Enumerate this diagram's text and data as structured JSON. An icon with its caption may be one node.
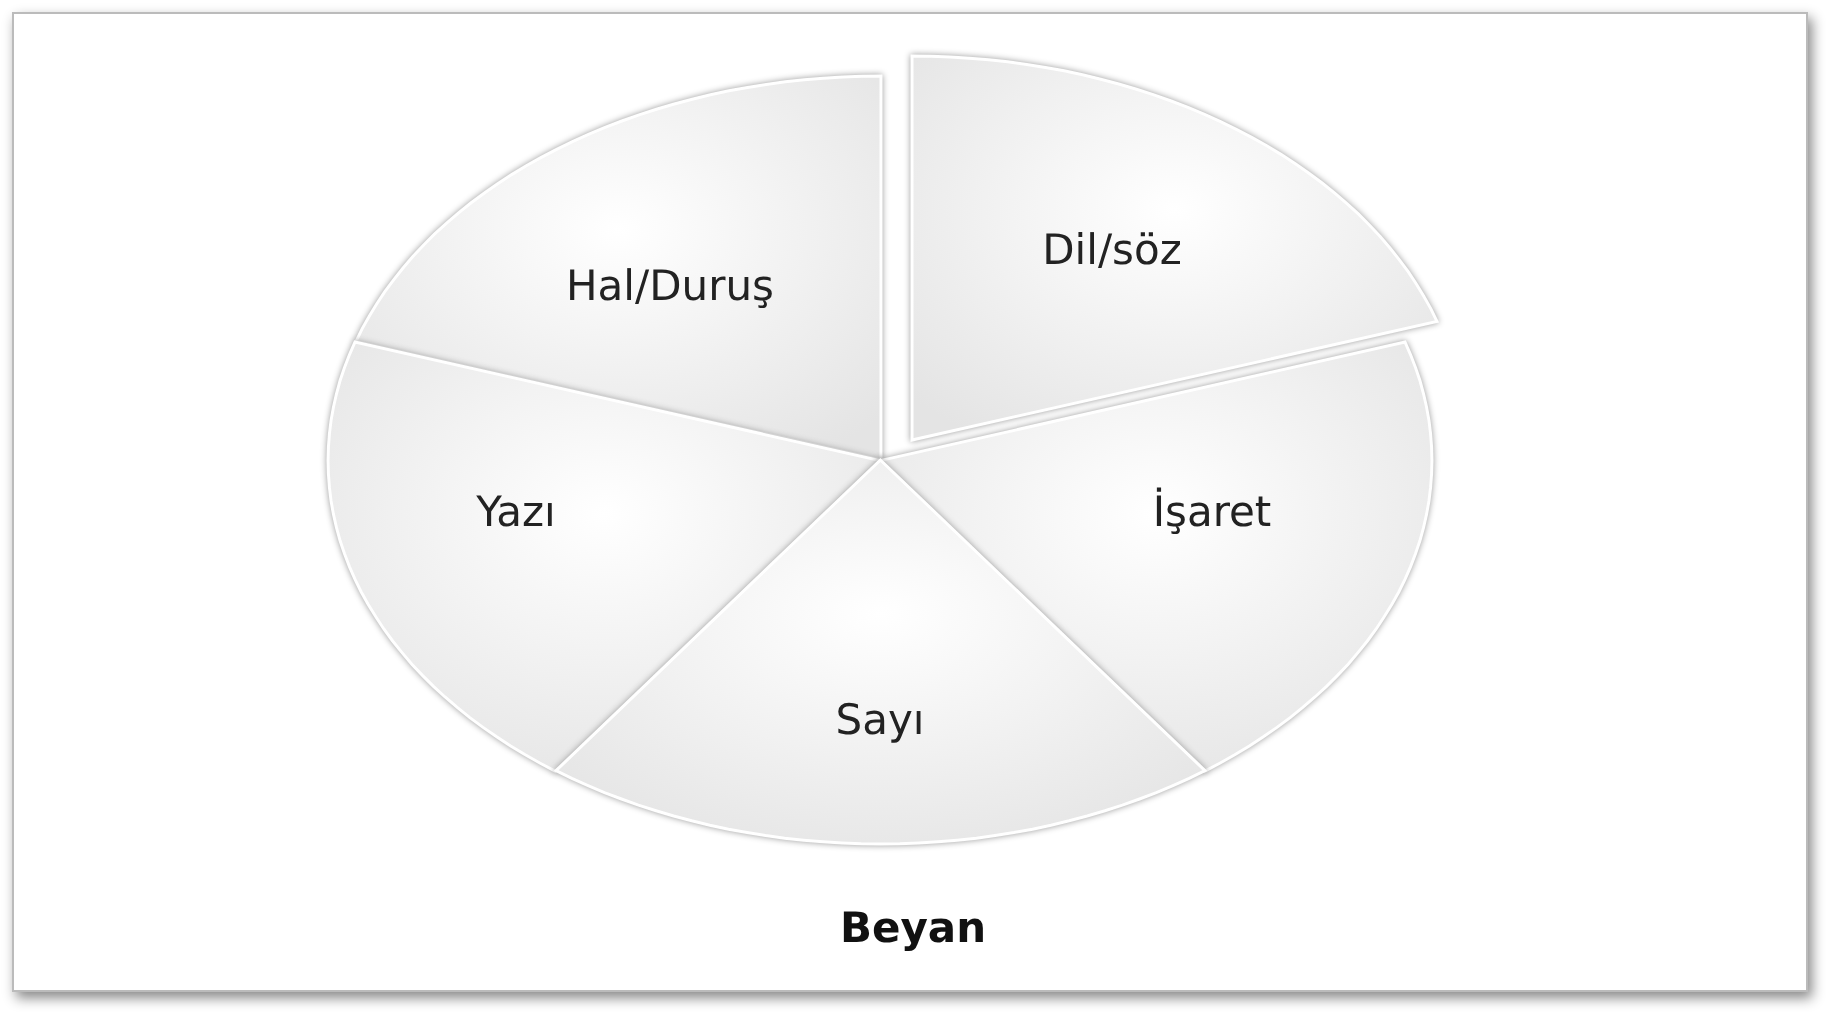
{
  "diagram": {
    "title": "Beyan",
    "nodes": [
      {
        "text": [
          "Hal/Duruş"
        ]
      },
      {
        "text": [
          "Dil/söz"
        ]
      },
      {
        "text": [
          "Yazı"
        ]
      },
      {
        "text": [
          "İşaret"
        ]
      },
      {
        "text": [
          "Sayı"
        ]
      }
    ]
  }
}
